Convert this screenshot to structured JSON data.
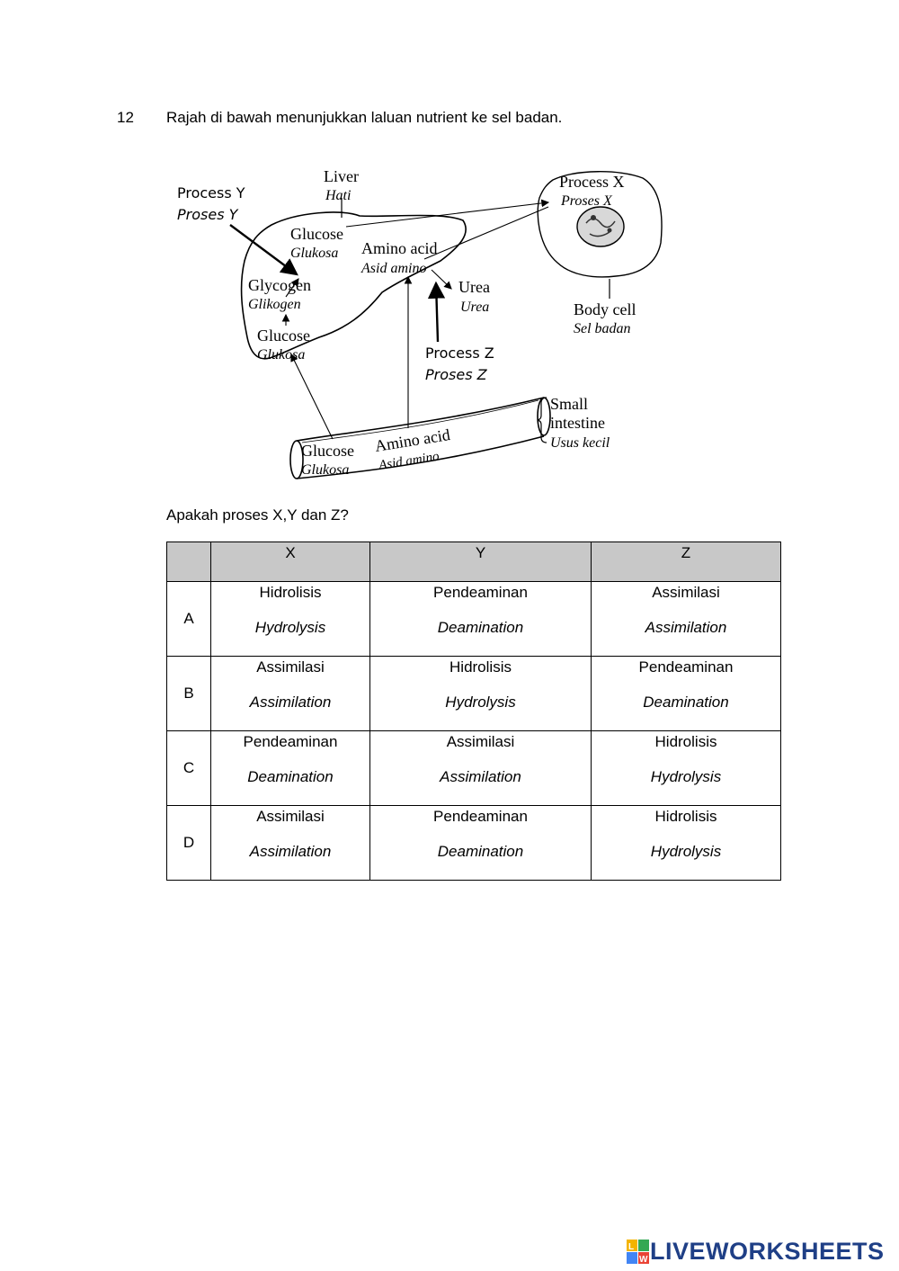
{
  "question": {
    "number": "12",
    "text": "Rajah di bawah menunjukkan laluan nutrient ke sel badan.",
    "prompt": "Apakah proses X,Y dan Z?"
  },
  "diagram": {
    "liver_en": "Liver",
    "liver_ms": "Hati",
    "process_y_en": "Process Y",
    "process_y_ms": "Proses Y",
    "glucose_top_en": "Glucose",
    "glucose_top_ms": "Glukosa",
    "amino_liver_en": "Amino acid",
    "amino_liver_ms": "Asid amino",
    "glycogen_en": "Glycogen",
    "glycogen_ms": "Glikogen",
    "glucose_low_en": "Glucose",
    "glucose_low_ms": "Glukosa",
    "urea_en": "Urea",
    "urea_ms": "Urea",
    "process_z_en": "Process Z",
    "process_z_ms": "Proses Z",
    "process_x_en": "Process X",
    "process_x_ms": "Proses X",
    "body_cell_en": "Body cell",
    "body_cell_ms": "Sel badan",
    "small_intestine_1": "Small",
    "small_intestine_2": "intestine",
    "small_intestine_ms": "Usus kecil",
    "intestine_glucose_en": "Glucose",
    "intestine_glucose_ms": "Glukosa",
    "intestine_amino_en": "Amino acid",
    "intestine_amino_ms": "Asid amino"
  },
  "table": {
    "headers": [
      "",
      "X",
      "Y",
      "Z"
    ],
    "rows": [
      {
        "letter": "A",
        "x_ms": "Hidrolisis",
        "x_en": "Hydrolysis",
        "y_ms": "Pendeaminan",
        "y_en": "Deamination",
        "z_ms": "Assimilasi",
        "z_en": "Assimilation"
      },
      {
        "letter": "B",
        "x_ms": "Assimilasi",
        "x_en": "Assimilation",
        "y_ms": "Hidrolisis",
        "y_en": "Hydrolysis",
        "z_ms": "Pendeaminan",
        "z_en": "Deamination"
      },
      {
        "letter": "C",
        "x_ms": "Pendeaminan",
        "x_en": "Deamination",
        "y_ms": "Assimilasi",
        "y_en": "Assimilation",
        "z_ms": "Hidrolisis",
        "z_en": "Hydrolysis"
      },
      {
        "letter": "D",
        "x_ms": "Assimilasi",
        "x_en": "Assimilation",
        "y_ms": "Pendeaminan",
        "y_en": "Deamination",
        "z_ms": "Hidrolisis",
        "z_en": "Hydrolysis"
      }
    ]
  },
  "branding": {
    "logo_text": "LIVEWORKSHEETS",
    "logo_icon_letters": [
      "L",
      "W"
    ],
    "colors": {
      "logo_text": "#1f3f86",
      "table_header_bg": "#c8c8c8"
    }
  }
}
